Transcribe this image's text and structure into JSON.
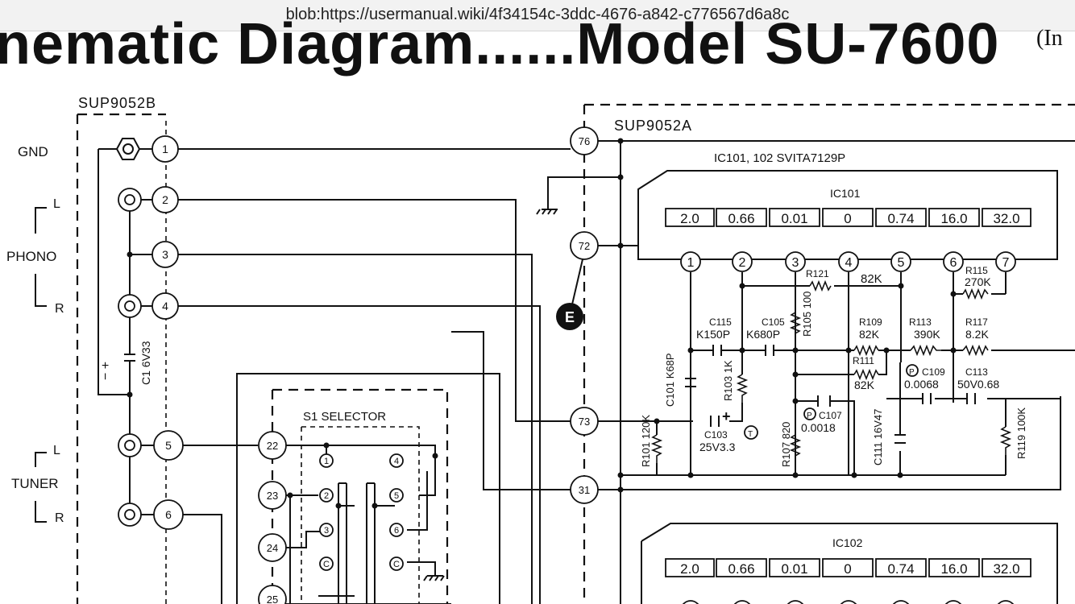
{
  "browser": {
    "url": "blob:https://usermanual.wiki/4f34154c-3ddc-4676-a842-c776567d6a8c"
  },
  "diagram": {
    "headline": "nematic Diagram......Model SU-7600",
    "headline_suffix": "(In",
    "board_b": "SUP9052B",
    "board_a": "SUP9052A",
    "ic_header": "IC101, 102 SVITA7129P",
    "ic101_label": "IC101",
    "ic102_label": "IC102",
    "ic_voltages": [
      "2.0",
      "0.66",
      "0.01",
      "0",
      "0.74",
      "16.0",
      "32.0"
    ],
    "ic_pins": [
      "1",
      "2",
      "3",
      "4",
      "5",
      "6",
      "7"
    ],
    "input_labels": {
      "gnd": "GND",
      "phono": "PHONO",
      "tuner": "TUNER",
      "left": "L",
      "right": "R"
    },
    "terminals_b": [
      "1",
      "2",
      "3",
      "4",
      "5",
      "6"
    ],
    "terminals_a": [
      "76",
      "72",
      "73",
      "31"
    ],
    "selector_terminals": [
      "22",
      "23",
      "24",
      "25"
    ],
    "selector_title": "S1 SELECTOR",
    "selector_contacts_left": [
      "1",
      "2",
      "3",
      "C"
    ],
    "selector_contacts_right": [
      "4",
      "5",
      "6",
      "C"
    ],
    "connector_e": "E",
    "parts": {
      "c1": "C1 6V33",
      "r121": "R121",
      "r121_val": "82K",
      "r115": "R115",
      "r115_val": "270K",
      "c115": "C115",
      "c115_val": "K150P",
      "c105": "C105",
      "c105_val": "K680P",
      "r105": "R105 100",
      "r109": "R109",
      "r109_val": "82K",
      "r113": "R113",
      "r113_val": "390K",
      "r117": "R117",
      "r117_val": "8.2K",
      "r111": "R111",
      "r111_val": "82K",
      "c109": "C109",
      "c109_val": "0.0068",
      "c113": "C113",
      "c113_val": "50V0.68",
      "c101": "C101 K68P",
      "r103": "R103 1K",
      "c107": "C107",
      "c107_val": "0.0018",
      "c103": "C103",
      "c103_val": "25V3.3",
      "r101": "R101 120K",
      "r107": "R107 820",
      "c111": "C111 16V47",
      "r119": "R119 100K",
      "mark_p": "P",
      "mark_t": "T"
    }
  }
}
